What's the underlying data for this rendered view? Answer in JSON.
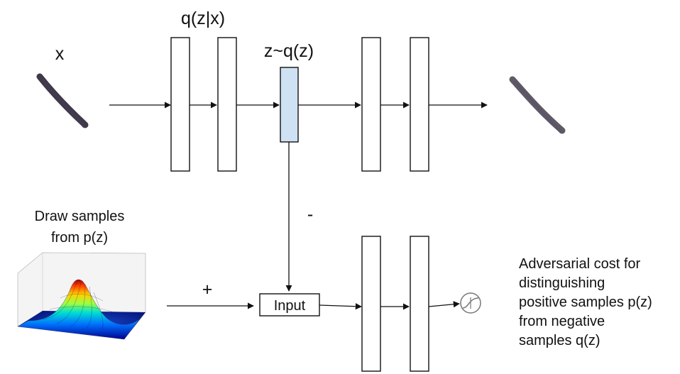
{
  "labels": {
    "x": "x",
    "encoder": "q(z|x)",
    "latent": "z~q(z)",
    "prior_line1": "Draw samples",
    "prior_line2": "from p(z)",
    "plus": "+",
    "minus": "-",
    "input": "Input",
    "adv_lines": [
      "Adversarial cost for",
      "distinguishing",
      "positive samples p(z)",
      "from negative",
      "samples q(z)"
    ]
  },
  "colors": {
    "latent_fill": "#cfe2f3",
    "stroke": "#111111",
    "digit": "#2a2433"
  },
  "icons": {
    "input_digit": "handwritten-digit-one",
    "output_digit": "reconstructed-digit-one",
    "prior": "gaussian-surface-plot",
    "output": "sigmoid-icon"
  }
}
